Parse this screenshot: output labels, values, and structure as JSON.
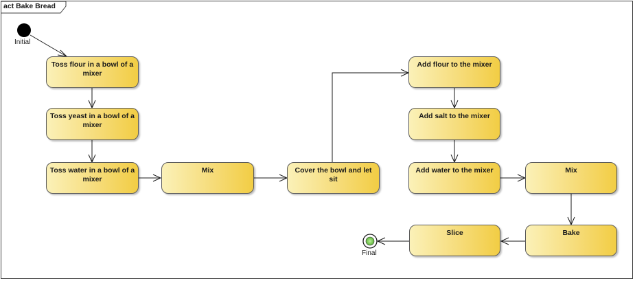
{
  "frame": {
    "title": "act Bake Bread"
  },
  "initial": {
    "label": "Initial"
  },
  "final": {
    "label": "Final"
  },
  "actions": {
    "toss_flour": "Toss flour in a bowl of a mixer",
    "toss_yeast": "Toss yeast in a bowl of a mixer",
    "toss_water": "Toss water in a bowl of a mixer",
    "mix_1": "Mix",
    "cover": "Cover the bowl and let sit",
    "add_flour": "Add flour to the mixer",
    "add_salt": "Add salt to the mixer",
    "add_water": "Add water to the mixer",
    "mix_2": "Mix",
    "bake": "Bake",
    "slice": "Slice"
  },
  "colors": {
    "action_fill_light": "#fbf1b8",
    "action_fill_dark": "#f2cd44",
    "final_fill": "#7bc95b",
    "line": "#1a1a1a"
  }
}
